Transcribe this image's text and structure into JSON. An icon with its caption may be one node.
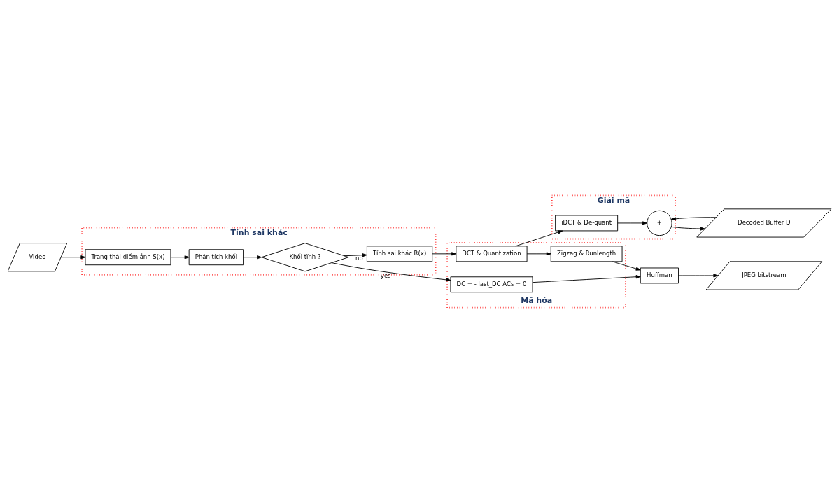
{
  "diagram": {
    "nodes": [
      {
        "text": [
          "Tính sai khác"
        ]
      },
      {
        "text": [
          "Khối tĩnh ?"
        ],
        "in": 0
      },
      {
        "text": [
          "Tính sai khác R(x)"
        ],
        "in": 0
      },
      {
        "text": [
          "Phân tích khối"
        ],
        "in": 0
      },
      {
        "text": [
          "Trạng thái điểm ảnh S(x)"
        ],
        "in": 0
      },
      {
        "text": [
          "Video"
        ]
      },
      {
        "text": [
          "Mã hóa"
        ]
      },
      {
        "text": [
          "DC = - last_DC ACs = 0"
        ],
        "in": 6
      },
      {
        "text": [
          "DCT & Quantization"
        ],
        "in": 6
      },
      {
        "text": [
          "Zigzag & Runlength"
        ],
        "in": 6
      },
      {
        "text": [
          "Huffman"
        ]
      },
      {
        "text": [
          "JPEG bitstream"
        ]
      },
      {
        "text": [
          "Giải mã"
        ]
      },
      {
        "text": [
          "iDCT & De-quant"
        ],
        "in": 12
      },
      {
        "text": [
          "+"
        ],
        "in": 12
      },
      {
        "text": [
          "Decoded Buffer D"
        ]
      }
    ],
    "edges": [
      {
        "from": 5,
        "to": 4,
        "arrow": "to"
      },
      {
        "from": 4,
        "to": 3,
        "arrow": "to"
      },
      {
        "from": 3,
        "to": 1,
        "arrow": "to"
      },
      {
        "from": 1,
        "to": 7,
        "arrow": "to",
        "label": "yes"
      },
      {
        "from": 1,
        "to": 2,
        "arrow": "to",
        "label": "no"
      },
      {
        "from": 2,
        "to": 8,
        "arrow": "to"
      },
      {
        "from": 8,
        "to": 9,
        "arrow": "to"
      },
      {
        "from": 7,
        "to": 10,
        "arrow": "to"
      },
      {
        "from": 9,
        "to": 10,
        "arrow": "to"
      },
      {
        "from": 10,
        "to": 11,
        "arrow": "to"
      },
      {
        "from": 8,
        "to": 13,
        "arrow": "to"
      },
      {
        "from": 13,
        "to": 14,
        "arrow": "to"
      },
      {
        "from": 14,
        "to": 15,
        "arrow": "to"
      },
      {
        "from": 15,
        "to": 14,
        "arrow": "to"
      }
    ]
  }
}
